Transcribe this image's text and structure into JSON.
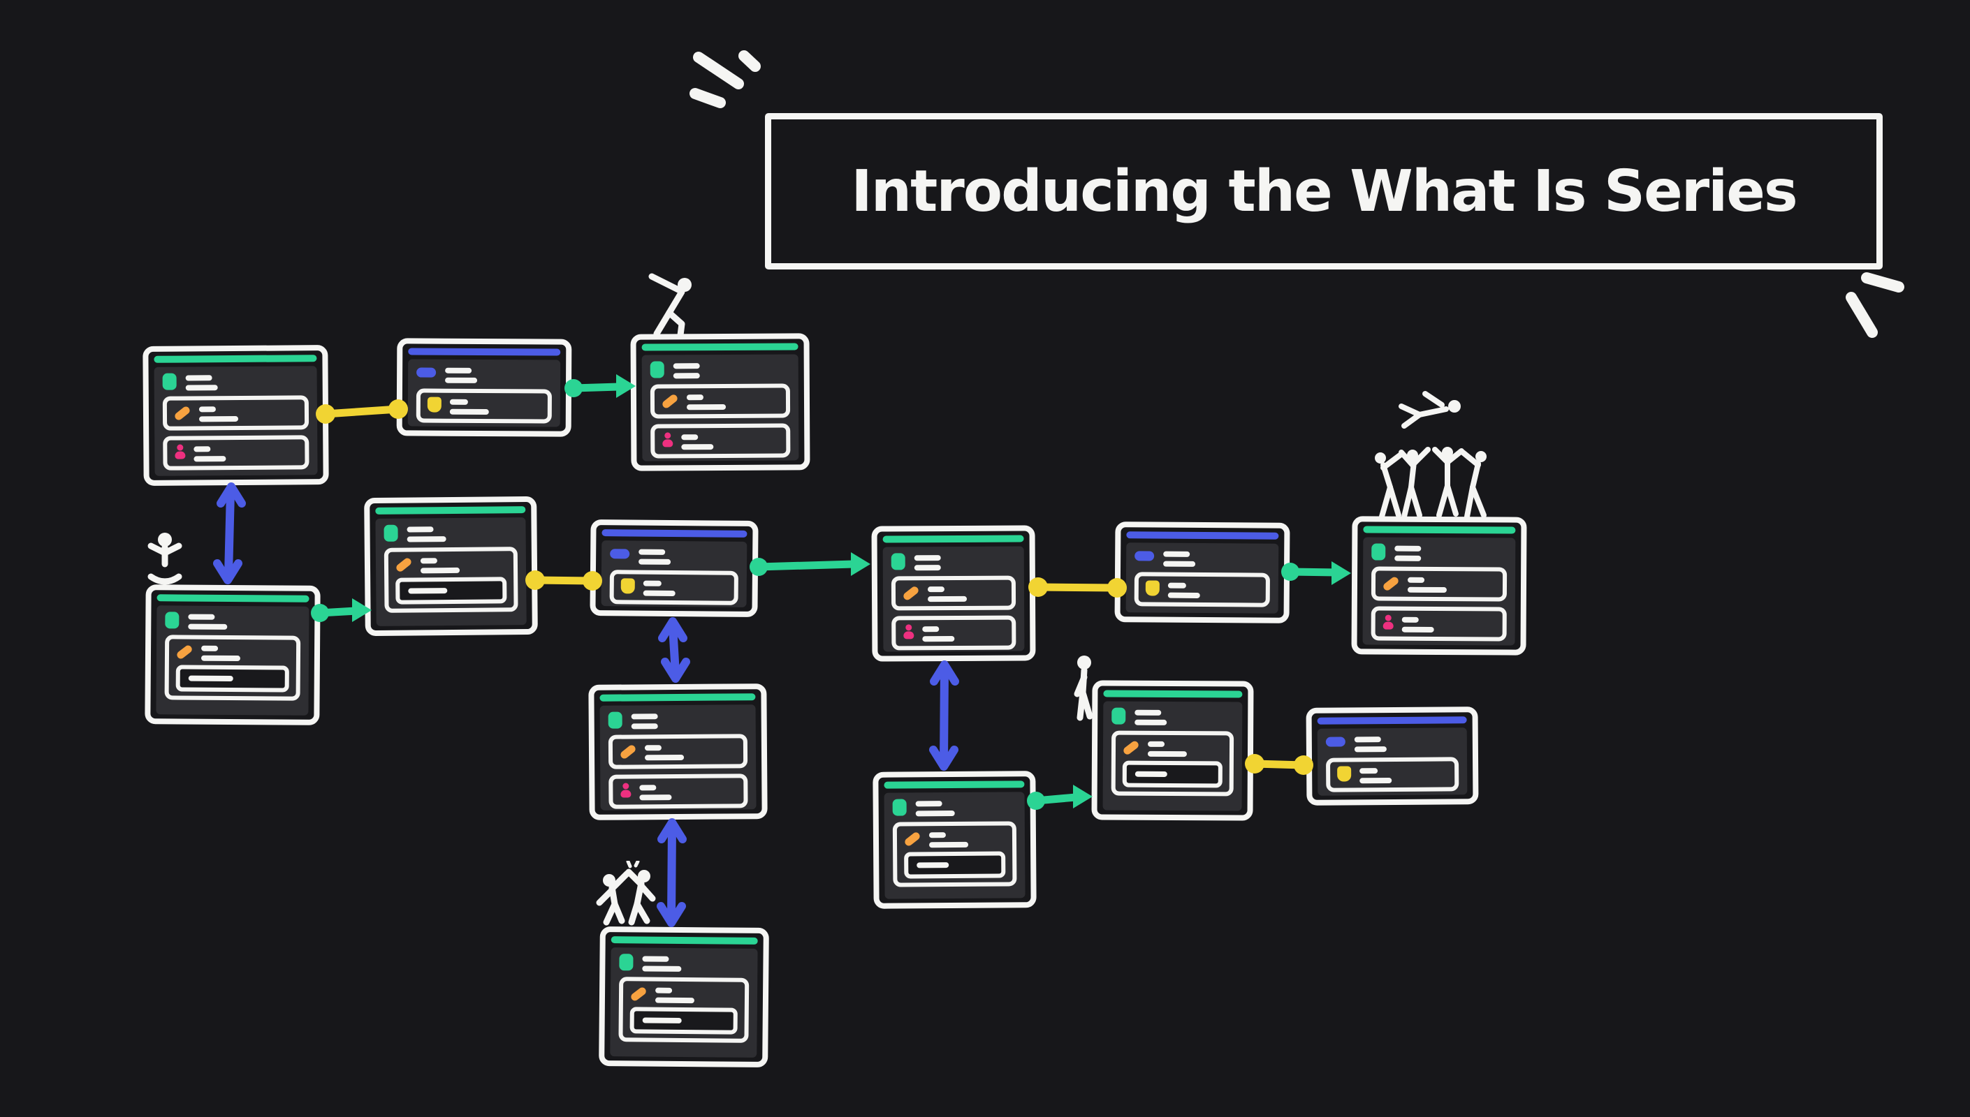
{
  "title": {
    "text": "Introducing the What Is Series"
  },
  "palette": {
    "bg": "#17171a",
    "ink": "#f5f5f3",
    "panel": "#2e2e32",
    "paneldeep": "#19191c",
    "green": "#2bd494",
    "blue": "#4c5ce6",
    "yellow": "#f1d433",
    "orange": "#f7a240",
    "pink": "#ee3080"
  },
  "decorations": {
    "top_left_sparkle": "three white emphasis strokes",
    "title_right_sparkle": "two white emphasis strokes"
  },
  "diagram": {
    "description": "Hand-drawn flowchart of browser-window cards connected by colored arrows",
    "nodes": [
      {
        "id": "A",
        "theme": "green",
        "variant": "two-item-list",
        "icons": [
          "app-logo",
          "pencil",
          "user"
        ]
      },
      {
        "id": "B",
        "theme": "blue",
        "variant": "single-item",
        "icons": [
          "app-logo",
          "shield"
        ]
      },
      {
        "id": "C",
        "theme": "green",
        "variant": "two-item-list",
        "icons": [
          "app-logo",
          "pencil",
          "user"
        ]
      },
      {
        "id": "D",
        "theme": "green",
        "variant": "form",
        "icons": [
          "app-logo",
          "pencil"
        ]
      },
      {
        "id": "E",
        "theme": "green",
        "variant": "form",
        "icons": [
          "app-logo",
          "pencil"
        ]
      },
      {
        "id": "F",
        "theme": "blue",
        "variant": "single-item",
        "icons": [
          "app-logo",
          "shield"
        ]
      },
      {
        "id": "G",
        "theme": "green",
        "variant": "two-item-list",
        "icons": [
          "app-logo",
          "pencil",
          "user"
        ]
      },
      {
        "id": "H",
        "theme": "blue",
        "variant": "single-item",
        "icons": [
          "app-logo",
          "shield"
        ]
      },
      {
        "id": "I",
        "theme": "green",
        "variant": "two-item-list",
        "icons": [
          "app-logo",
          "pencil",
          "user"
        ]
      },
      {
        "id": "J",
        "theme": "green",
        "variant": "two-item-list",
        "icons": [
          "app-logo",
          "pencil",
          "user"
        ]
      },
      {
        "id": "K",
        "theme": "green",
        "variant": "form",
        "icons": [
          "app-logo",
          "pencil"
        ]
      },
      {
        "id": "L",
        "theme": "green",
        "variant": "form",
        "icons": [
          "app-logo",
          "pencil"
        ]
      },
      {
        "id": "M",
        "theme": "green",
        "variant": "form",
        "icons": [
          "app-logo",
          "pencil"
        ]
      },
      {
        "id": "N",
        "theme": "blue",
        "variant": "single-item",
        "icons": [
          "app-logo",
          "shield"
        ]
      }
    ],
    "edges": [
      {
        "from": "A",
        "to": "B",
        "color": "yellow",
        "style": "line-with-end-dots"
      },
      {
        "from": "B",
        "to": "C",
        "color": "green",
        "style": "arrow"
      },
      {
        "from": "A",
        "to": "D",
        "color": "blue",
        "style": "double-arrow"
      },
      {
        "from": "D",
        "to": "E",
        "color": "green",
        "style": "arrow"
      },
      {
        "from": "E",
        "to": "F",
        "color": "yellow",
        "style": "line-with-end-dots"
      },
      {
        "from": "F",
        "to": "G",
        "color": "green",
        "style": "arrow"
      },
      {
        "from": "F",
        "to": "J",
        "color": "blue",
        "style": "double-arrow"
      },
      {
        "from": "G",
        "to": "H",
        "color": "yellow",
        "style": "line-with-end-dots"
      },
      {
        "from": "G",
        "to": "L",
        "color": "blue",
        "style": "double-arrow"
      },
      {
        "from": "H",
        "to": "I",
        "color": "green",
        "style": "arrow"
      },
      {
        "from": "J",
        "to": "K",
        "color": "blue",
        "style": "double-arrow"
      },
      {
        "from": "L",
        "to": "M",
        "color": "green",
        "style": "arrow"
      },
      {
        "from": "M",
        "to": "N",
        "color": "yellow",
        "style": "line-with-end-dots"
      }
    ],
    "figures": [
      {
        "id": "climber",
        "pose": "stick figure climbing onto card",
        "card": "C"
      },
      {
        "id": "meditator",
        "pose": "stick figure sitting cross-legged",
        "card": "D"
      },
      {
        "id": "crowd",
        "pose": "four stick figures tossing a fifth in celebration",
        "card": "I"
      },
      {
        "id": "high-five",
        "pose": "two stick figures high-fiving",
        "card": "K"
      },
      {
        "id": "sitter",
        "pose": "stick figure sitting on card corner",
        "card": "M"
      }
    ]
  }
}
